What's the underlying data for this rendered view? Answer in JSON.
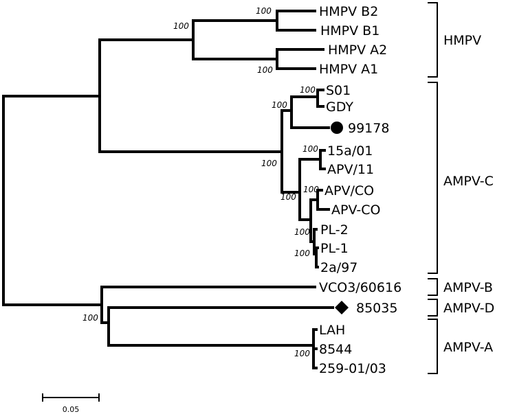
{
  "leaves": [
    {
      "label": "HMPV B2"
    },
    {
      "label": "HMPV B1"
    },
    {
      "label": "HMPV A2"
    },
    {
      "label": "HMPV A1"
    },
    {
      "label": "S01"
    },
    {
      "label": "GDY"
    },
    {
      "label": "99178",
      "marker": "circle"
    },
    {
      "label": "15a/01"
    },
    {
      "label": "APV/11"
    },
    {
      "label": "APV/CO"
    },
    {
      "label": "APV-CO"
    },
    {
      "label": "PL-2"
    },
    {
      "label": "PL-1"
    },
    {
      "label": "2a/97"
    },
    {
      "label": "VCO3/60616"
    },
    {
      "label": "85035",
      "marker": "diamond"
    },
    {
      "label": "LAH"
    },
    {
      "label": "8544"
    },
    {
      "label": "259-01/03"
    }
  ],
  "bootstrap": [
    "100",
    "100",
    "100",
    "100",
    "100",
    "100",
    "100",
    "100",
    "100",
    "100",
    "100",
    "100",
    "100"
  ],
  "groups": [
    "HMPV",
    "AMPV-C",
    "AMPV-B",
    "AMPV-D",
    "AMPV-A"
  ],
  "scale_bar": {
    "label": "0.05"
  }
}
